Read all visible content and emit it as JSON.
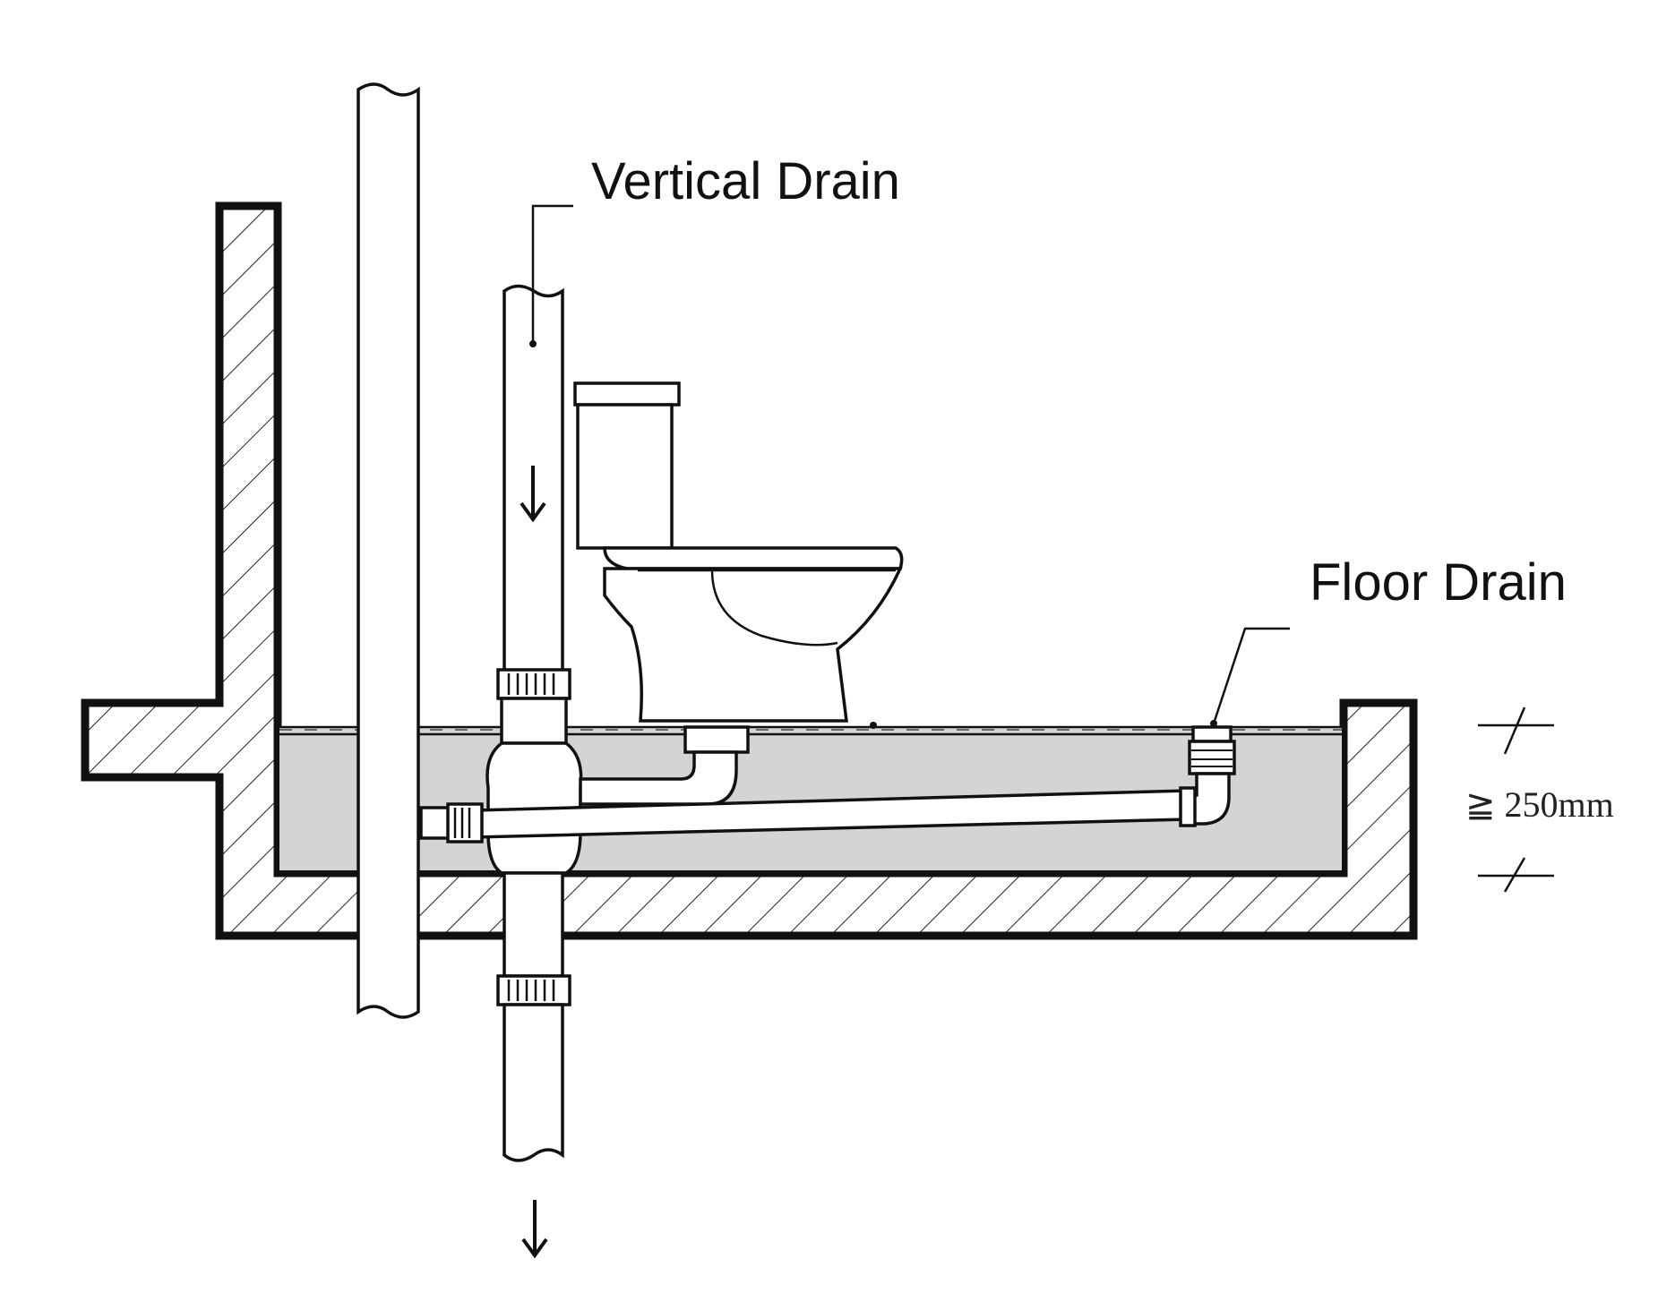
{
  "labels": {
    "vertical_drain": "Vertical Drain",
    "floor_drain": "Floor Drain"
  },
  "dimension": {
    "text": "≧ 250mm"
  },
  "colors": {
    "line": "#111111",
    "fill_layer": "#d4d4d4",
    "background": "#ffffff"
  }
}
